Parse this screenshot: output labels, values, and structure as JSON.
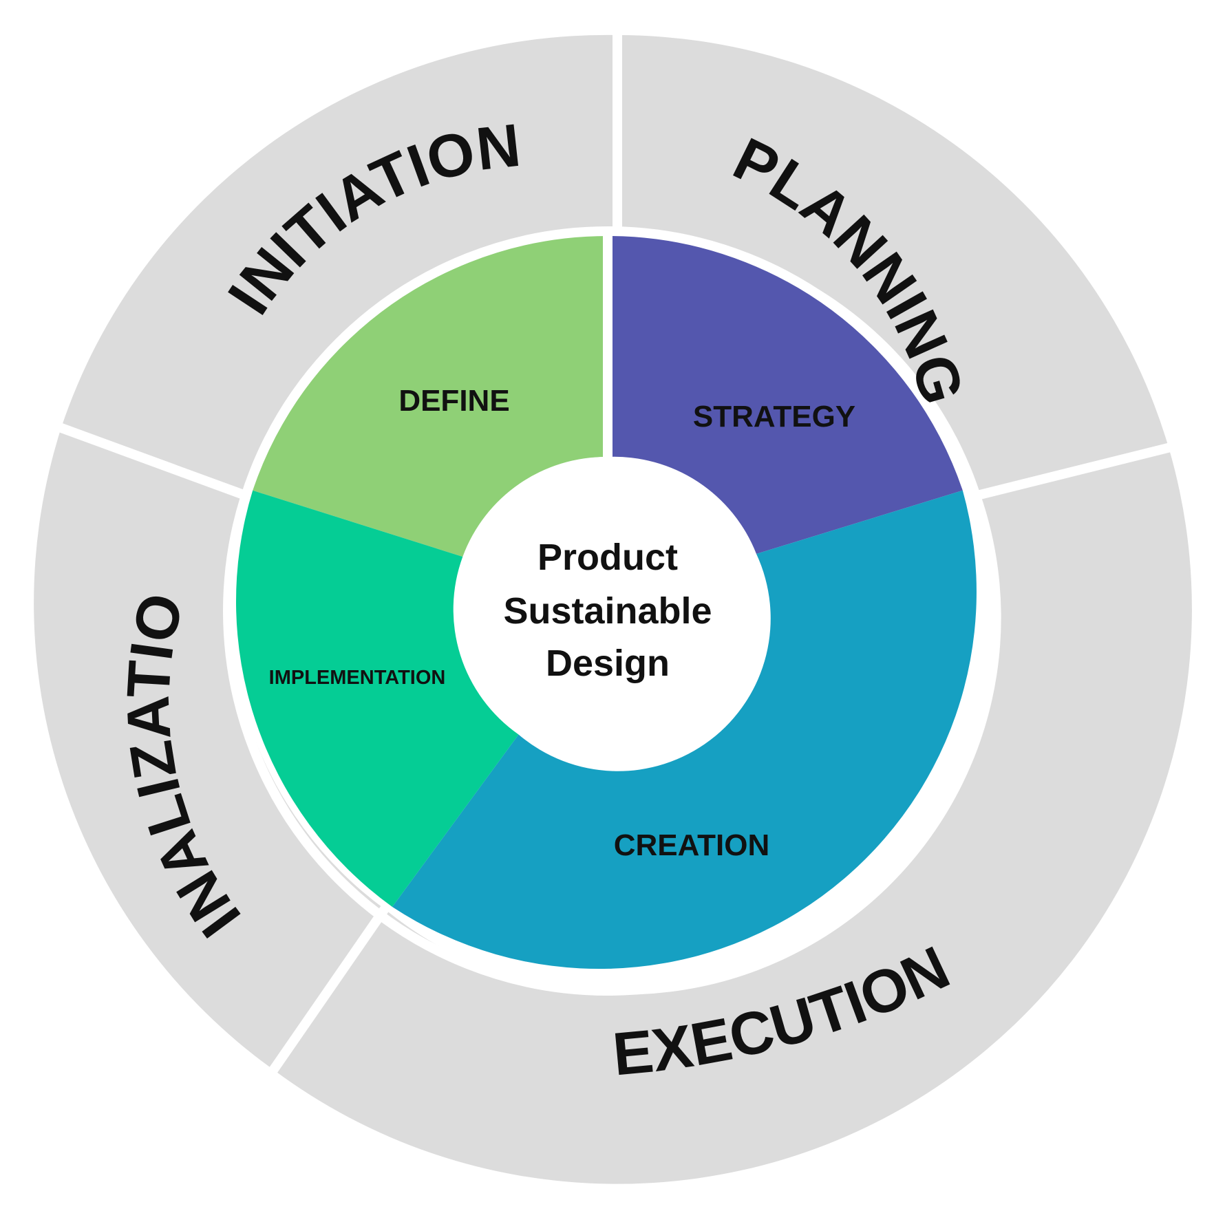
{
  "center": {
    "lines": [
      "Product",
      "Sustainable",
      "Design"
    ]
  },
  "outer_ring": {
    "color": "#dcdcdc",
    "segments": [
      {
        "label": "INITIATION"
      },
      {
        "label": "PLANNING"
      },
      {
        "label": "EXECUTION"
      },
      {
        "label": "FINALIZATION"
      }
    ]
  },
  "inner_ring": {
    "segments": [
      {
        "label": "DEFINE",
        "color": "#8fd076"
      },
      {
        "label": "STRATEGY",
        "color": "#5457ae"
      },
      {
        "label": "CREATION",
        "color": "#16a0c2"
      },
      {
        "label": "IMPLEMENTATION",
        "color": "#05cd95"
      }
    ]
  }
}
